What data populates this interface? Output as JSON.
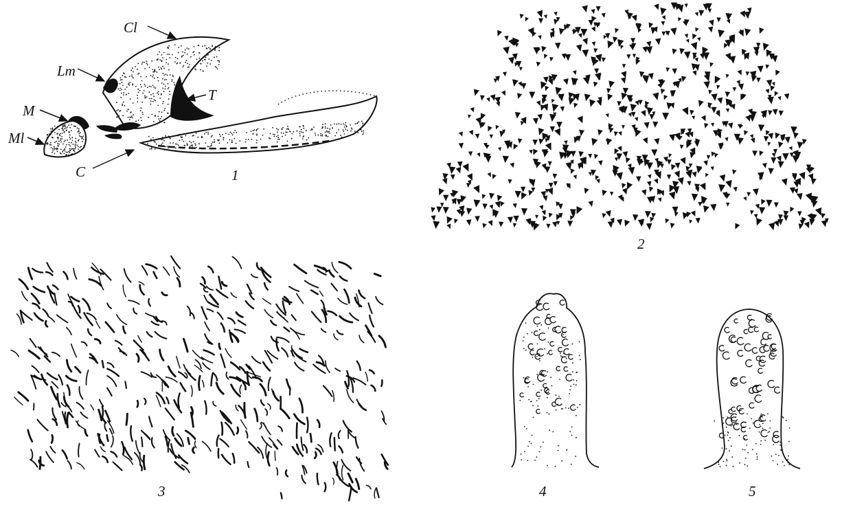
{
  "figure_1": {
    "number": "1",
    "labels": {
      "cl": "Cl",
      "lm": "Lm",
      "t": "T",
      "m": "M",
      "ml": "Ml",
      "c": "C"
    }
  },
  "figure_2": {
    "number": "2"
  },
  "figure_3": {
    "number": "3"
  },
  "figure_4": {
    "number": "4"
  },
  "figure_5": {
    "number": "5"
  },
  "colors": {
    "ink": "#111111",
    "paper": "#ffffff"
  }
}
